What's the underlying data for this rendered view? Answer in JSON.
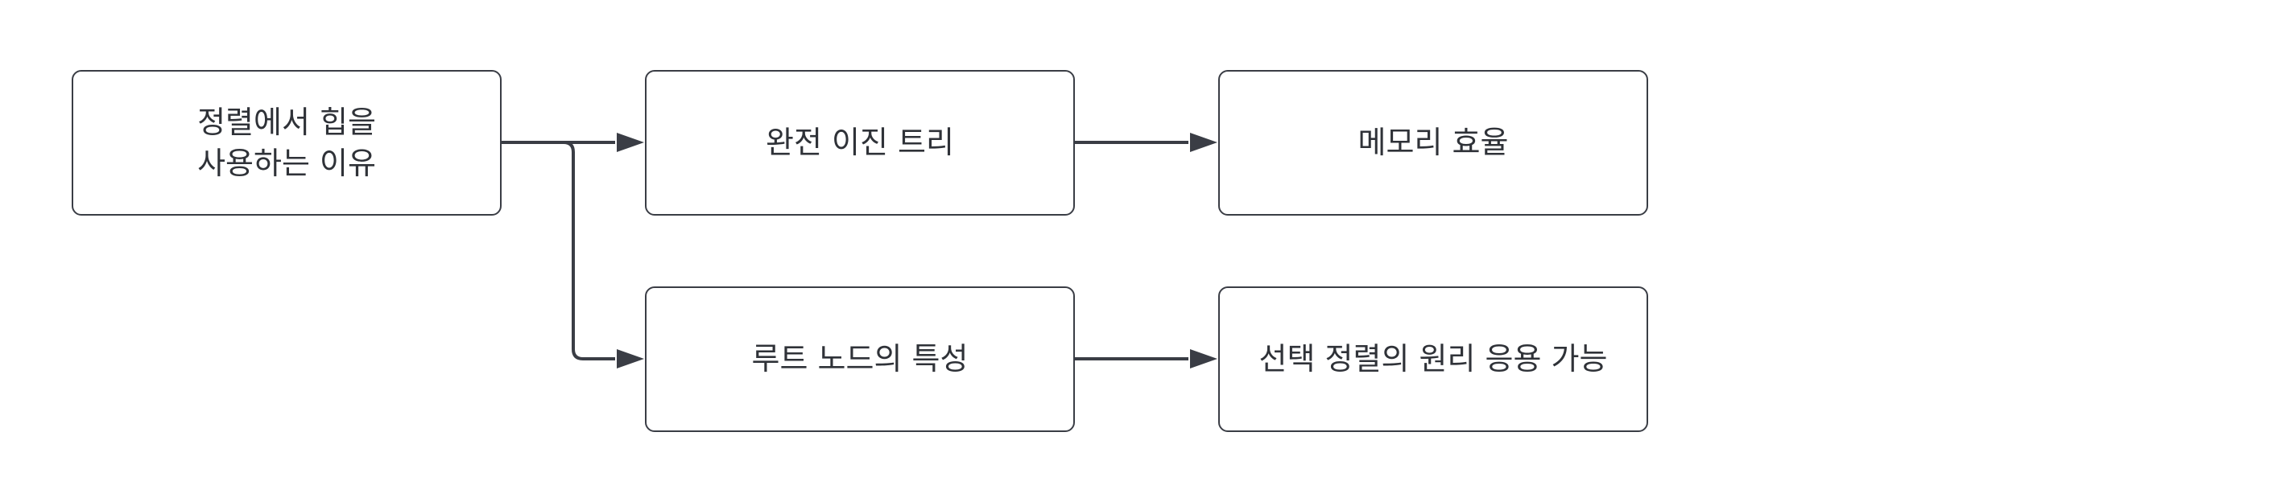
{
  "diagram": {
    "root": {
      "lines": [
        "정렬에서 힙을",
        "사용하는 이유"
      ]
    },
    "branch_top": {
      "first": "완전 이진 트리",
      "second": "메모리 효율"
    },
    "branch_bottom": {
      "first": "루트 노드의 특성",
      "second": "선택 정렬의 원리 응용 가능"
    },
    "edges": [
      {
        "from": "root",
        "to": "branch_top.first"
      },
      {
        "from": "root",
        "to": "branch_bottom.first"
      },
      {
        "from": "branch_top.first",
        "to": "branch_top.second"
      },
      {
        "from": "branch_bottom.first",
        "to": "branch_bottom.second"
      }
    ],
    "colors": {
      "stroke": "#3a3d45",
      "text": "#2f3238",
      "background": "#ffffff"
    }
  }
}
